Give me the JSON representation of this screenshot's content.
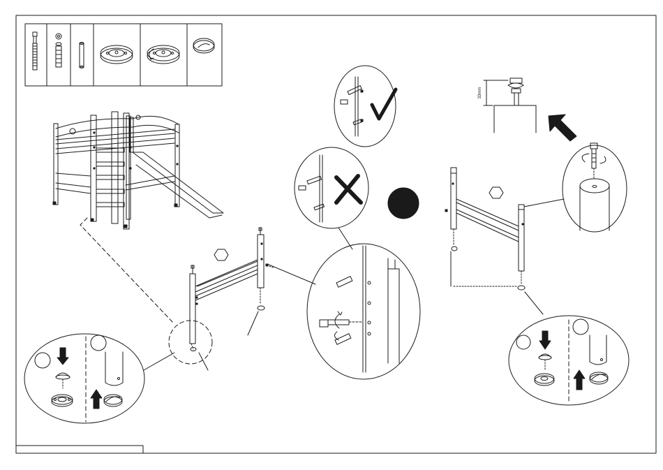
{
  "diagram": {
    "type": "assembly-instruction-sheet",
    "parts_strip": {
      "items": [
        {
          "name": "bolt-with-sleeve"
        },
        {
          "name": "barrel-nut"
        },
        {
          "name": "wooden-dowel"
        },
        {
          "name": "floor-glide-base"
        },
        {
          "name": "floor-glide-base-rotate"
        },
        {
          "name": "floor-glide-cap"
        }
      ]
    },
    "callouts": {
      "correct_mark": "check",
      "wrong_mark": "cross",
      "dimension_label": "33mm",
      "arrow_direction": "up-left"
    },
    "footer_box": {
      "text": ""
    },
    "colors": {
      "line": "#1a1a1a",
      "background": "#ffffff",
      "dot": "#1a1a1a"
    }
  }
}
